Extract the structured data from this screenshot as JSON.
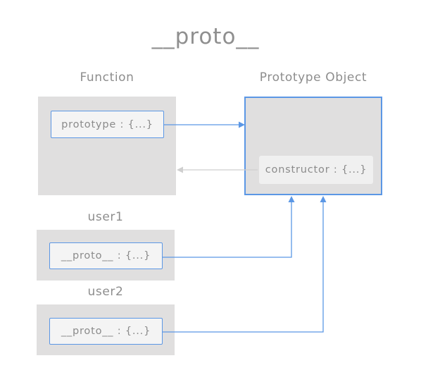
{
  "title": "__proto__",
  "function_box": {
    "label": "Function",
    "field": "prototype : {...}"
  },
  "prototype_box": {
    "label": "Prototype Object",
    "field": "constructor : {...}"
  },
  "user1": {
    "label": "user1",
    "field": "__proto__ : {...}"
  },
  "user2": {
    "label": "user2",
    "field": "__proto__ : {...}"
  },
  "colors": {
    "link": "#5b97e5",
    "back_link": "#cfcfcf",
    "panel": "#e0dfdf"
  }
}
